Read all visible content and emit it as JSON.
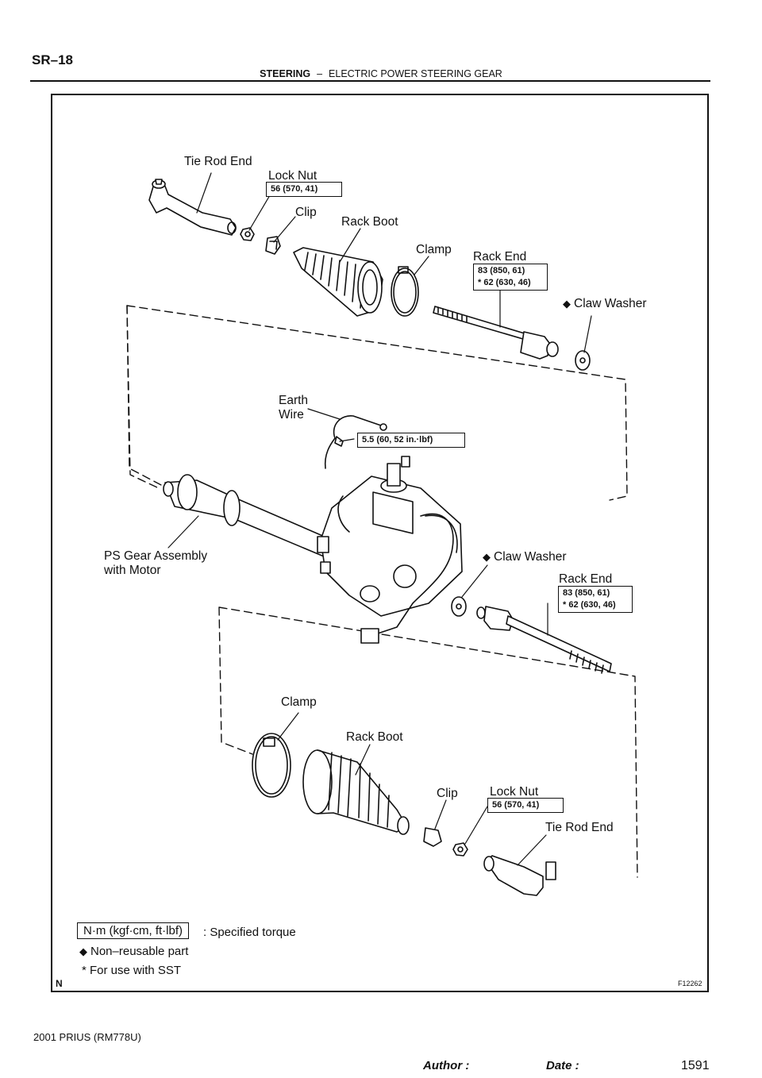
{
  "header": {
    "page_number": "SR–18",
    "section": "STEERING",
    "dash": "–",
    "subsection": "ELECTRIC POWER STEERING GEAR"
  },
  "labels": {
    "tie_rod_end_top": "Tie Rod End",
    "lock_nut_top": "Lock Nut",
    "lock_nut_top_torque": "56 (570, 41)",
    "clip_top": "Clip",
    "rack_boot_top": "Rack Boot",
    "clamp_top": "Clamp",
    "rack_end_top": "Rack End",
    "rack_end_top_torque_1": "83 (850, 61)",
    "rack_end_top_torque_2": "* 62 (630, 46)",
    "claw_washer_top": "Claw Washer",
    "earth_wire_1": "Earth",
    "earth_wire_2": "Wire",
    "earth_wire_torque": "5.5 (60, 52 in.·lbf)",
    "ps_gear_1": "PS Gear Assembly",
    "ps_gear_2": "with Motor",
    "claw_washer_mid": "Claw Washer",
    "rack_end_mid": "Rack End",
    "rack_end_mid_torque_1": "83 (850, 61)",
    "rack_end_mid_torque_2": "* 62 (630, 46)",
    "clamp_bottom": "Clamp",
    "rack_boot_bottom": "Rack Boot",
    "clip_bottom": "Clip",
    "lock_nut_bottom": "Lock Nut",
    "lock_nut_bottom_torque": "56 (570, 41)",
    "tie_rod_end_bottom": "Tie Rod End"
  },
  "legend": {
    "torque_unit_box": "N·m (kgf·cm, ft·lbf)",
    "torque_desc": ": Specified torque",
    "non_reusable": "Non–reusable part",
    "sst": "* For use with SST"
  },
  "figure_code": "F12262",
  "corner_mark": "N",
  "footer": {
    "model": "2001 PRIUS   (RM778U)",
    "author_label": "Author :",
    "date_label": "Date :",
    "page": "1591"
  },
  "icons": {
    "non_reusable_marker": "black-diamond-icon"
  }
}
